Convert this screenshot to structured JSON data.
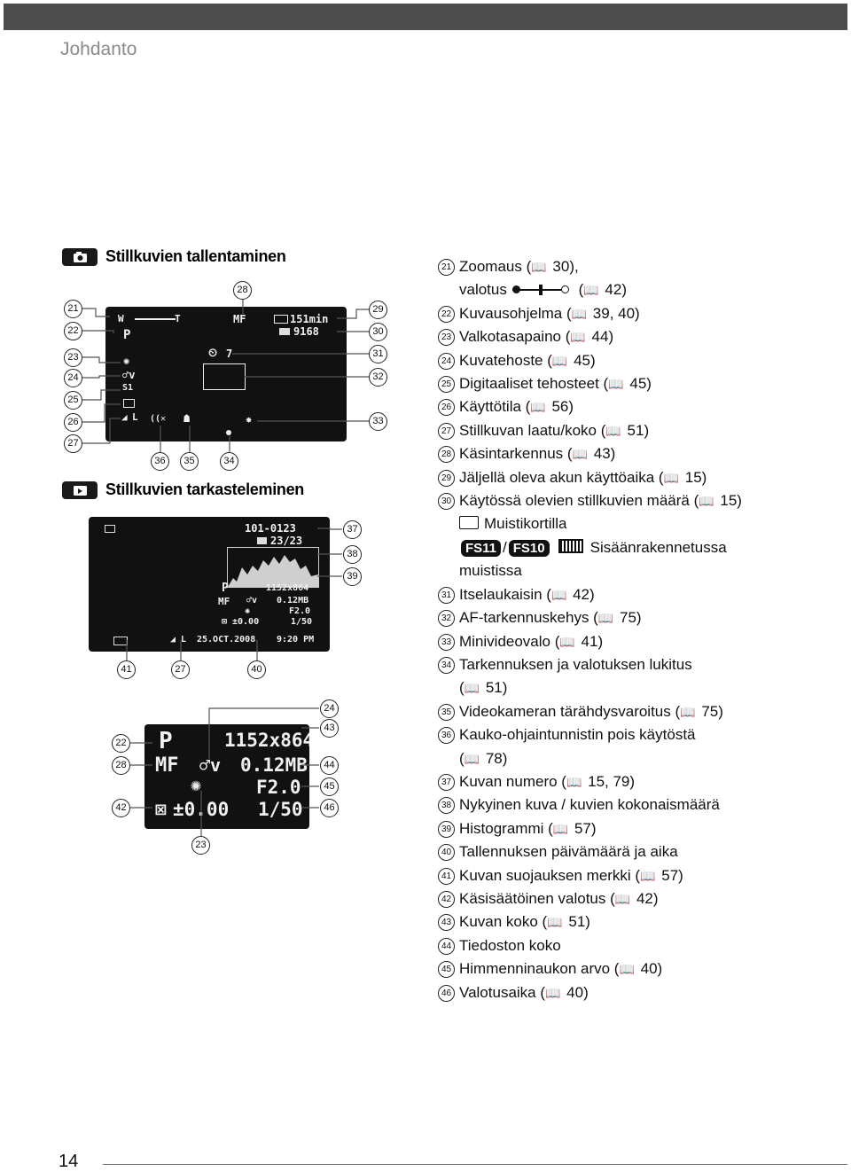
{
  "header": {
    "chapter": "Johdanto"
  },
  "sections": {
    "record_title": "Stillkuvien tallentaminen",
    "playback_title": "Stillkuvien tarkasteleminen"
  },
  "screen1": {
    "zoom_w": "W",
    "zoom_t": "T",
    "mf": "MF",
    "battery": "151min",
    "shots": "9168",
    "prog": "P",
    "timer": "7",
    "drive": "S1",
    "quality": "L"
  },
  "screen2": {
    "file_number": "101-0123",
    "count": "23/23",
    "prog": "P",
    "resolution": "1152x864",
    "mf": "MF",
    "filesize": "0.12MB",
    "aperture": "F2.0",
    "exposure": "±0.00",
    "shutter": "1/50",
    "quality": "L",
    "date": "25.OCT.2008",
    "time": "9:20 PM"
  },
  "screen3": {
    "prog": "P",
    "resolution": "1152x864",
    "mf": "MF",
    "filesize": "0.12MB",
    "aperture": "F2.0",
    "exposure": "±0.00",
    "shutter": "1/50"
  },
  "callouts": {
    "c21": "21",
    "c22": "22",
    "c23": "23",
    "c24": "24",
    "c25": "25",
    "c26": "26",
    "c27": "27",
    "c28": "28",
    "c29": "29",
    "c30": "30",
    "c31": "31",
    "c32": "32",
    "c33": "33",
    "c34": "34",
    "c35": "35",
    "c36": "36",
    "c37": "37",
    "c38": "38",
    "c39": "39",
    "c40": "40",
    "c41": "41",
    "c42": "42",
    "c43": "43",
    "c44": "44",
    "c45": "45",
    "c46": "46"
  },
  "legend": {
    "i21": {
      "num": "21",
      "a": "Zoomaus (",
      "a2": " 30),",
      "b": "valotus",
      "b2": " (",
      "b3": " 42)"
    },
    "i22": {
      "num": "22",
      "text": "Kuvausohjelma (",
      "ref": " 39, 40)"
    },
    "i23": {
      "num": "23",
      "text": "Valkotasapaino (",
      "ref": " 44)"
    },
    "i24": {
      "num": "24",
      "text": "Kuvatehoste (",
      "ref": " 45)"
    },
    "i25": {
      "num": "25",
      "text": "Digitaaliset tehosteet (",
      "ref": " 45)"
    },
    "i26": {
      "num": "26",
      "text": "Käyttötila (",
      "ref": " 56)"
    },
    "i27": {
      "num": "27",
      "text": "Stillkuvan laatu/koko (",
      "ref": " 51)"
    },
    "i28": {
      "num": "28",
      "text": "Käsintarkennus (",
      "ref": " 43)"
    },
    "i29": {
      "num": "29",
      "text": "Jäljellä oleva akun käyttöaika (",
      "ref": " 15)"
    },
    "i30": {
      "num": "30",
      "text": "Käytössä olevien stillkuvien määrä (",
      "ref": " 15)",
      "card": "Muistikortilla",
      "fs11": "FS11",
      "slash": "/",
      "fs10": "FS10",
      "internal": "Sisäänrakennetussa",
      "internal2": "muistissa"
    },
    "i31": {
      "num": "31",
      "text": "Itselaukaisin (",
      "ref": " 42)"
    },
    "i32": {
      "num": "32",
      "text": "AF-tarkennuskehys (",
      "ref": " 75)"
    },
    "i33": {
      "num": "33",
      "text": "Minivideovalo (",
      "ref": " 41)"
    },
    "i34": {
      "num": "34",
      "text": "Tarkennuksen ja valotuksen lukitus",
      "text2": "(",
      "ref": " 51)"
    },
    "i35": {
      "num": "35",
      "text": "Videokameran tärähdysvaroitus (",
      "ref": " 75)"
    },
    "i36": {
      "num": "36",
      "text": "Kauko-ohjaintunnistin pois käytöstä",
      "text2": "(",
      "ref": " 78)"
    },
    "i37": {
      "num": "37",
      "text": "Kuvan numero (",
      "ref": " 15, 79)"
    },
    "i38": {
      "num": "38",
      "text": "Nykyinen kuva / kuvien kokonaismäärä"
    },
    "i39": {
      "num": "39",
      "text": "Histogrammi (",
      "ref": " 57)"
    },
    "i40": {
      "num": "40",
      "text": "Tallennuksen päivämäärä ja aika"
    },
    "i41": {
      "num": "41",
      "text": "Kuvan suojauksen merkki (",
      "ref": " 57)"
    },
    "i42": {
      "num": "42",
      "text": "Käsisäätöinen valotus (",
      "ref": " 42)"
    },
    "i43": {
      "num": "43",
      "text": "Kuvan koko (",
      "ref": " 51)"
    },
    "i44": {
      "num": "44",
      "text": "Tiedoston koko"
    },
    "i45": {
      "num": "45",
      "text": "Himmenninaukon arvo (",
      "ref": " 40)"
    },
    "i46": {
      "num": "46",
      "text": "Valotusaika (",
      "ref": " 40)"
    }
  },
  "icons": {
    "book": "📖"
  },
  "footer": {
    "page_number": "14"
  }
}
